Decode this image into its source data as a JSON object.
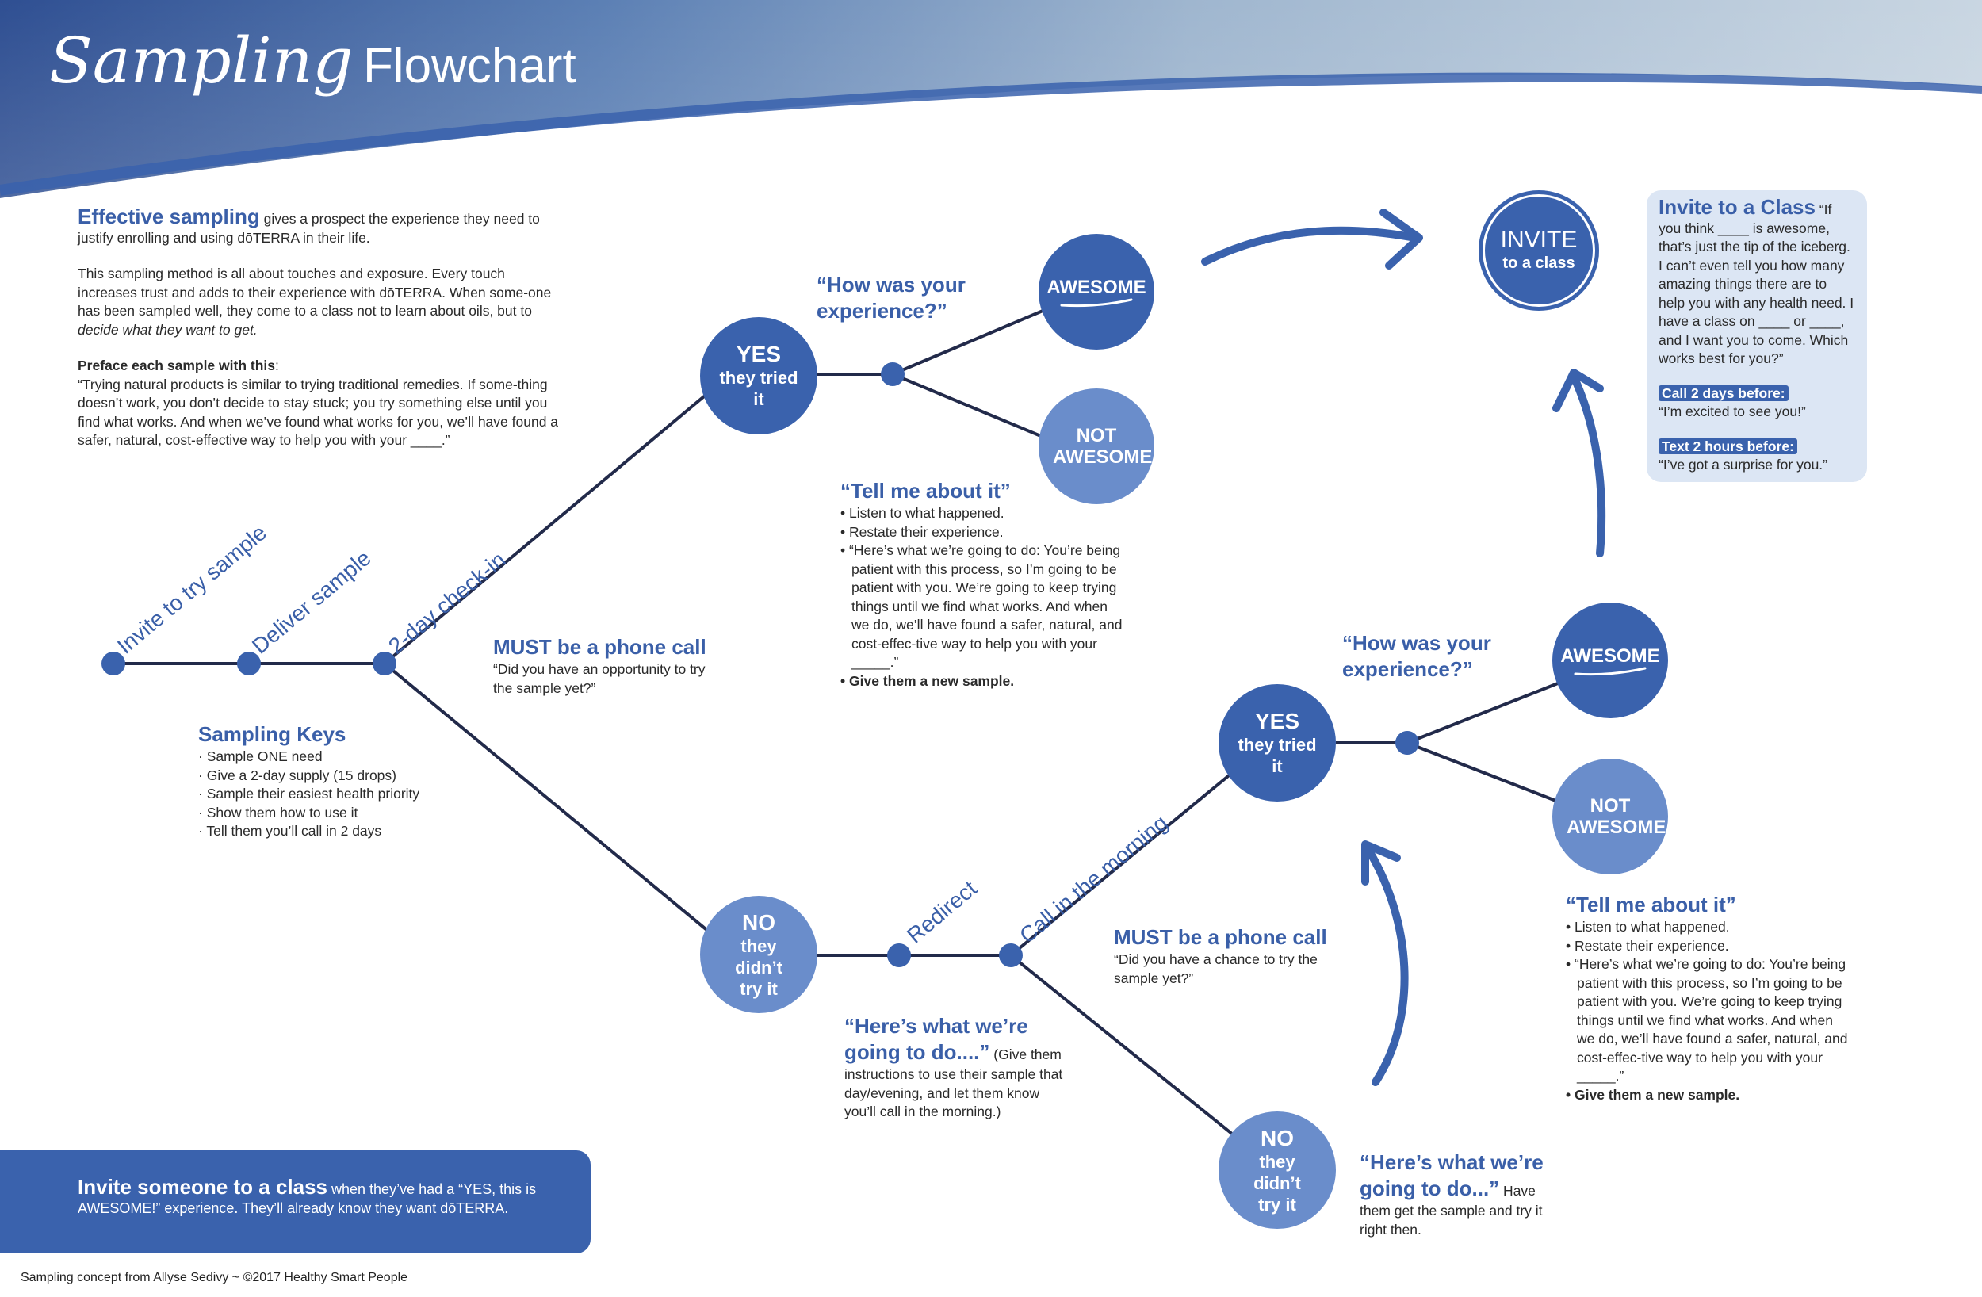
{
  "header": {
    "script_word": "Sampling",
    "title_word": "Flowchart"
  },
  "intro": {
    "lead_bold": "Effective sampling",
    "lead_rest": " gives a prospect the experience they need to justify enrolling and using dōTERRA in their life.",
    "para2_a": "This sampling method is all about touches and exposure. Every touch increases trust and adds to their experience with dōTERRA. When some-one has been sampled well, they come to a class not to learn about oils, but to ",
    "para2_italic": "decide what they want to get.",
    "preface_bold": "Preface each sample with this",
    "preface_colon": ":",
    "preface_quote": "“Trying natural products is similar to trying traditional remedies. If some-thing doesn’t work, you don’t decide to stay stuck; you try something else until you find what works. And when we’ve found what works for you, we’ll have found a safer, natural, cost-effective way to help you with your ____.”"
  },
  "steps": {
    "invite": "Invite to try sample",
    "deliver": "Deliver sample",
    "checkin": "2-day check-in",
    "redirect": "Redirect",
    "morning": "Call in the morning"
  },
  "sampling_keys": {
    "title": "Sampling Keys",
    "items": [
      "Sample ONE need",
      "Give a 2-day supply (15 drops)",
      "Sample their easiest health priority",
      "Show them how to use it",
      "Tell them you’ll call in 2 days"
    ]
  },
  "phone1": {
    "title": "MUST be a phone call",
    "text": "“Did you have an opportunity to try the sample yet?”"
  },
  "phone2": {
    "title": "MUST be a phone call",
    "text": "“Did you have a chance to try the sample yet?”"
  },
  "nodes": {
    "yes1_big": "YES",
    "yes1_sm": "they tried it",
    "no1_big": "NO",
    "no1_sm": "they didn’t try it",
    "yes2_big": "YES",
    "yes2_sm": "they tried it",
    "no2_big": "NO",
    "no2_sm": "they didn’t try it",
    "awesome": "AWESOME",
    "not_awesome": "NOT AWESOME",
    "invite_big": "INVITE",
    "invite_sm": "to a class"
  },
  "question": "“How was your experience?”",
  "tell_me": {
    "title": "“Tell me about it”",
    "items": [
      "Listen to what happened.",
      "Restate their experience.",
      "“Here’s what we’re going to do: You’re being patient with this process, so I’m going to be patient with you. We’re going to keep trying things until we find what works. And when we do, we’ll have found a safer,  natural, and cost-effec-tive way to help you with your _____.”"
    ],
    "last": "Give them a new sample."
  },
  "heres1": {
    "title": "“Here’s what we’re going to do....”",
    "text": " (Give them instructions to use their sample that day/evening, and let them know you’ll call in the morning.)"
  },
  "heres2": {
    "title": "“Here’s what we’re going to do...”",
    "text": " Have them get the sample and try it right then."
  },
  "invite_box": {
    "title": "Invite to a Class",
    "quote": " “If you think ____ is awesome, that’s just the tip of the iceberg. I can’t even tell you how many amazing things there are to help you with any health need. I have a class on ____ or ____, and I want you to come. Which works best for you?”",
    "tag1": "Call 2 days before:",
    "line1": "“I’m excited to see you!”",
    "tag2": "Text 2 hours before:",
    "line2": "“I’ve got a surprise for you.”"
  },
  "bottom_box": {
    "bold": "Invite someone to a class",
    "rest": "  when they’ve had a “YES, this is AWESOME!” experience. They’ll already know they want dōTERRA."
  },
  "footer": "Sampling concept from Allyse Sedivy ~ ©2017 Healthy Smart People",
  "colors": {
    "primary": "#3a62ad",
    "light": "#6a8dcb",
    "line": "#222a4a",
    "box_light": "#dce6f4"
  }
}
